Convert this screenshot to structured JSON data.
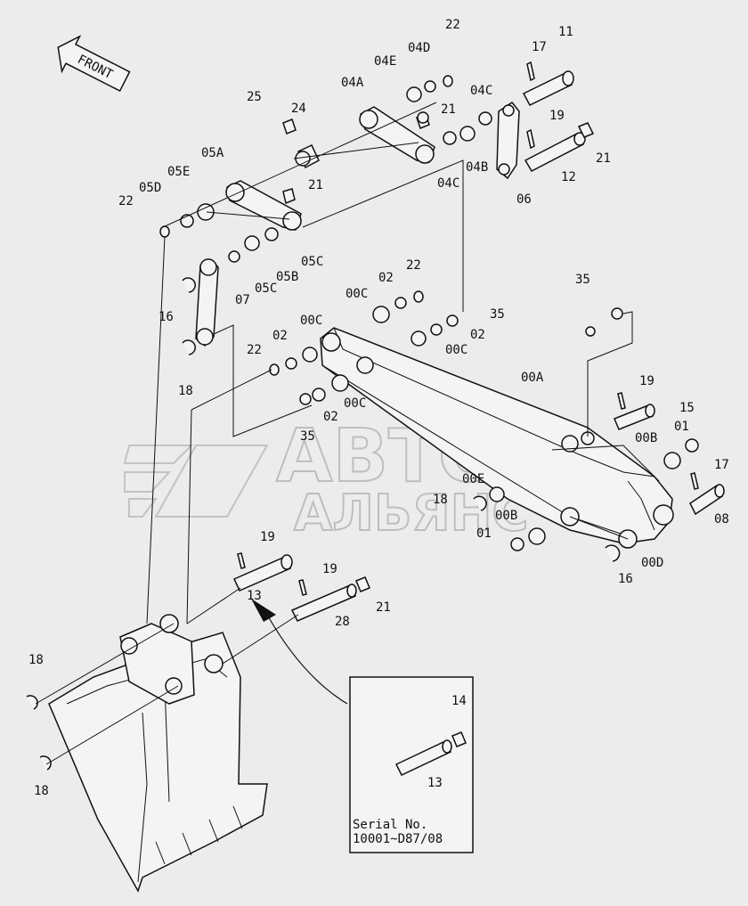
{
  "front_arrow": "FRONT",
  "watermark": {
    "line1": "АВТО",
    "line2": "АЛЬЯНС"
  },
  "inset": {
    "serial_line1": "Serial  No.",
    "serial_line2": "10001~D87/08"
  },
  "callouts": {
    "c22a": "22",
    "c04D": "04D",
    "c04E": "04E",
    "c17a": "17",
    "c11": "11",
    "c04A": "04A",
    "c25": "25",
    "c24": "24",
    "c21a": "21",
    "c04Ca": "04C",
    "c19a": "19",
    "c21b": "21",
    "c05A": "05A",
    "c04B": "04B",
    "c12": "12",
    "c05E": "05E",
    "c05D": "05D",
    "c22b": "22",
    "c21c": "21",
    "c04Cb": "04C",
    "c06": "06",
    "c05Ca": "05C",
    "c05B": "05B",
    "c05Cb": "05C",
    "c07": "07",
    "c16a": "16",
    "c22c": "22",
    "c02a": "02",
    "c00Ca": "00C",
    "c35a": "35",
    "c35b": "35",
    "c00Cb": "00C",
    "c02b": "02",
    "c02c": "02",
    "c00Cc": "00C",
    "c22d": "22",
    "c18a": "18",
    "c00A": "00A",
    "c19b": "19",
    "c15": "15",
    "c00Cd": "00C",
    "c02d": "02",
    "c35c": "35",
    "c00Ba": "00B",
    "c01a": "01",
    "c17b": "17",
    "c00E": "00E",
    "c18b": "18",
    "c00Bb": "00B",
    "c08": "08",
    "c01b": "01",
    "c00D": "00D",
    "c16b": "16",
    "c19c": "19",
    "c19d": "19",
    "c13a": "13",
    "c28": "28",
    "c21d": "21",
    "c18c": "18",
    "c18d": "18",
    "c14": "14",
    "c13b": "13"
  }
}
